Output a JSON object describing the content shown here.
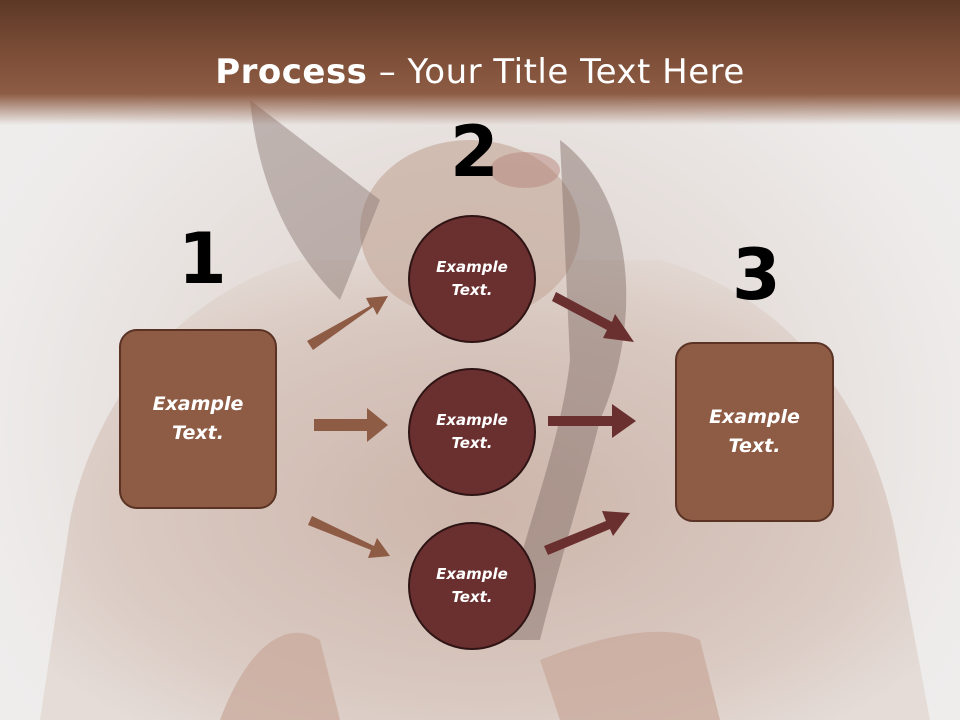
{
  "title": {
    "bold": "Process",
    "rest": " – Your Title Text Here"
  },
  "steps": [
    {
      "number": "1",
      "label": "Example\nText."
    },
    {
      "number": "2",
      "label": "Example\nText."
    },
    {
      "number": "3",
      "label": "Example\nText."
    }
  ],
  "circles": [
    {
      "label": "Example\nText."
    },
    {
      "label": "Example\nText."
    },
    {
      "label": "Example\nText."
    }
  ],
  "colors": {
    "title_band": "#7a4c36",
    "box_fill": "#8e5b45",
    "circle_fill": "#6a2f2f",
    "arrow_left": "#8e5b45",
    "arrow_right": "#6a2f2f"
  }
}
